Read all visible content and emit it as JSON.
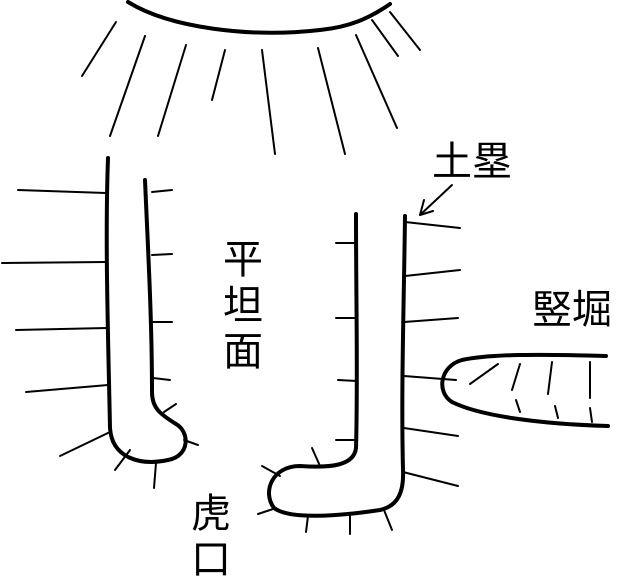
{
  "labels": {
    "dorui": "土塁",
    "tatebori": "竪堀",
    "heitanmen": "平坦面",
    "koguchi": "虎口"
  },
  "colors": {
    "ink": "#000000",
    "background": "#ffffff"
  }
}
